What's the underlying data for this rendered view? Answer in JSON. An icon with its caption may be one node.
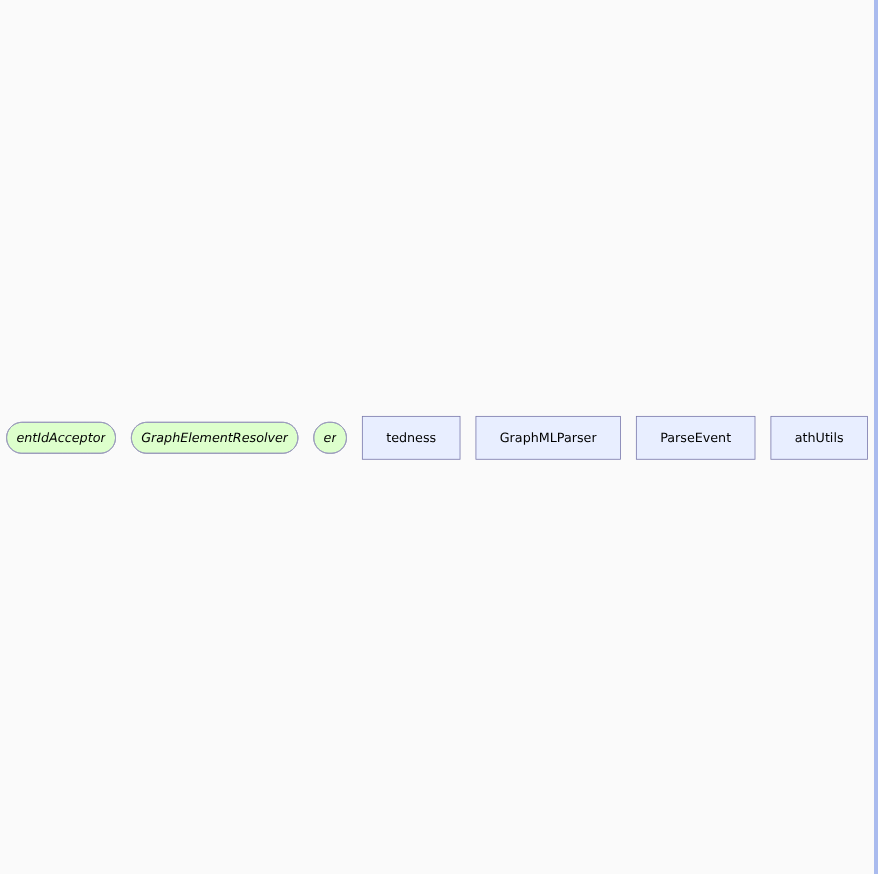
{
  "diagram": {
    "nodes": [
      {
        "text": [
          "entIdAcceptor"
        ]
      },
      {
        "text": [
          "GraphElementResolver"
        ]
      },
      {
        "text": [
          "er"
        ]
      },
      {
        "text": [
          "tedness"
        ]
      },
      {
        "text": [
          "GraphMLParser"
        ]
      },
      {
        "text": [
          "ParseEvent"
        ]
      },
      {
        "text": [
          "athUtils"
        ]
      }
    ],
    "edges": []
  }
}
